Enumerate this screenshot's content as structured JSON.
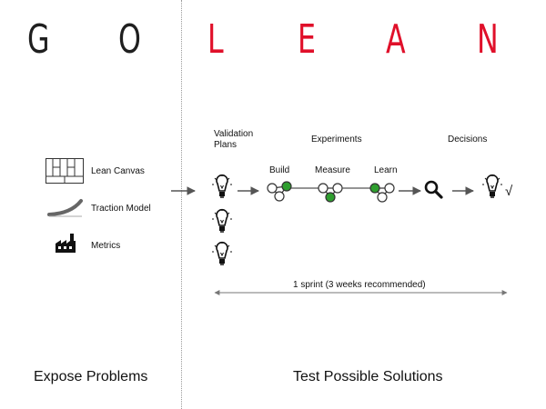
{
  "title": {
    "go_letters": [
      "G",
      "O"
    ],
    "lean_letters": [
      "L",
      "E",
      "A",
      "N"
    ]
  },
  "left": {
    "items": [
      {
        "label": "Lean Canvas",
        "icon": "lean-canvas-icon"
      },
      {
        "label": "Traction Model",
        "icon": "traction-curve-icon"
      },
      {
        "label": "Metrics",
        "icon": "factory-icon"
      }
    ],
    "footer": "Expose Problems"
  },
  "right": {
    "headers": {
      "validation": "Validation\nPlans",
      "experiments": "Experiments",
      "decisions": "Decisions"
    },
    "stages": {
      "build": "Build",
      "measure": "Measure",
      "learn": "Learn"
    },
    "sprint_label": "1 sprint (3 weeks recommended)",
    "footer": "Test Possible Solutions",
    "check_mark": "√"
  },
  "colors": {
    "accent_red": "#e0102a",
    "node_green": "#2e9e2e",
    "arrow_gray": "#555555"
  }
}
